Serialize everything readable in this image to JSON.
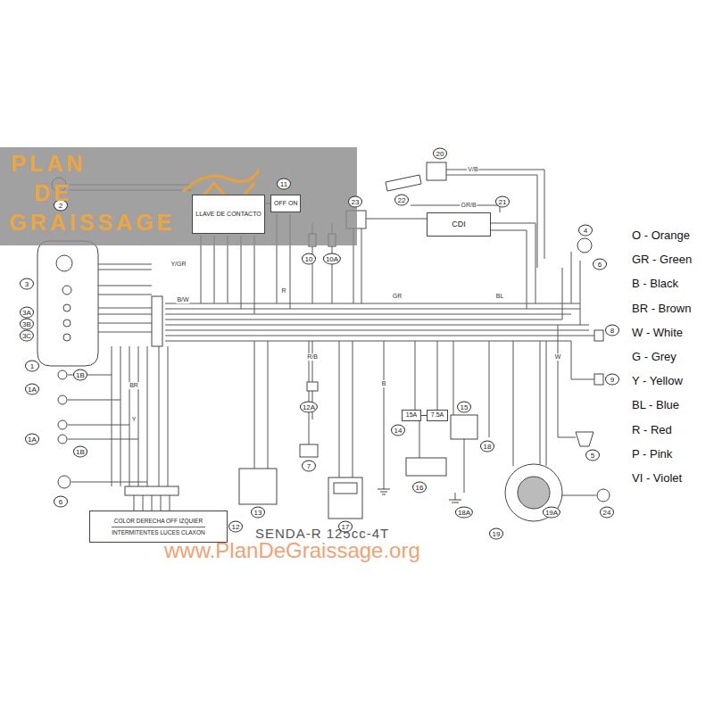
{
  "diagram": {
    "title": "SENDA-R 125cc-4T",
    "nodes": [
      {
        "text": [
          "LLAVE DE CONTACTO"
        ]
      },
      {
        "text": [
          "OFF ON"
        ]
      },
      {
        "text": [
          "CDI"
        ]
      },
      {
        "text": [
          "15A"
        ]
      },
      {
        "text": [
          "7.5A"
        ]
      },
      {
        "text": [
          "COLOR DERECHA OFF IZQUIER",
          "INTERMITENTES LUCES CLAXON"
        ]
      }
    ],
    "edges": [
      {
        "from": 0,
        "to": 1,
        "arrow": "none"
      },
      {
        "from": 3,
        "to": 4,
        "arrow": "none"
      }
    ],
    "labels": [
      "2",
      "3",
      "3A",
      "3B",
      "3C",
      "1",
      "1B",
      "1A",
      "1A",
      "1B",
      "6",
      "13",
      "12",
      "7",
      "12A",
      "17",
      "16",
      "14",
      "15",
      "18",
      "18A",
      "19",
      "19A",
      "24",
      "5",
      "9",
      "8",
      "6",
      "4",
      "20",
      "22",
      "21",
      "23",
      "11",
      "10",
      "10A",
      "B/W",
      "Y/GR",
      "R",
      "GR",
      "BL",
      "W",
      "B",
      "V/B",
      "GR/B",
      "BR",
      "Y",
      "R/B",
      "PLAN",
      "DE",
      "GRAISSAGE",
      "www.PlanDeGraissage.org"
    ],
    "legend": [
      {
        "text": "O - Orange"
      },
      {
        "text": "GR - Green"
      },
      {
        "text": "B - Black"
      },
      {
        "text": "BR - Brown"
      },
      {
        "text": "W - White"
      },
      {
        "text": "G - Grey"
      },
      {
        "text": "Y - Yellow"
      },
      {
        "text": "BL - Blue"
      },
      {
        "text": "R - Red"
      },
      {
        "text": "P - Pink"
      },
      {
        "text": "VI - Violet"
      }
    ]
  }
}
